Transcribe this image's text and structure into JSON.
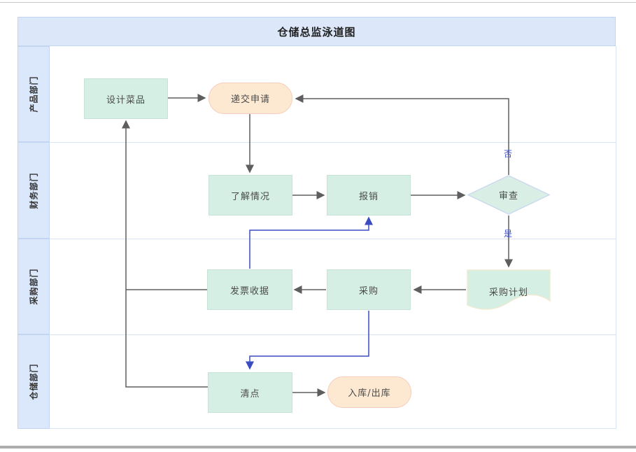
{
  "window": {
    "top_border_color": "#c9c9c9",
    "bottom_bar_color": "#adadad"
  },
  "diagram": {
    "title": "仓储总监泳道图",
    "lanes": [
      {
        "label": "产品部门"
      },
      {
        "label": "财务部门"
      },
      {
        "label": "采购部门"
      },
      {
        "label": "仓储部门"
      }
    ],
    "nodes": {
      "design_dish": "设计菜品",
      "submit_application": "递交申请",
      "understand_situation": "了解情况",
      "reimbursement": "报销",
      "review": "审查",
      "purchase_plan": "采购计划",
      "invoice_receipt": "发票收据",
      "purchase": "采购",
      "stocktake": "清点",
      "in_out_warehouse": "入库/出库"
    },
    "edge_labels": {
      "no": "否",
      "yes": "是"
    },
    "colors": {
      "header_fill": "#dce7fa",
      "header_border": "#c3d5f1",
      "lane_label_fill": "#dbe7fb",
      "lane_divider": "#d9e4f6",
      "process_fill": "#d5efe5",
      "process_border": "#c7e3d8",
      "terminal_fill": "#fde9d1",
      "terminal_border": "#f7cdbd",
      "decision_fill": "#d9efe6",
      "decision_border": "#ccd9ee",
      "document_fill": "#d5efe5",
      "document_border": "#f0ead2",
      "edge_gray": "#5e5e5e",
      "edge_blue": "#3b4cc0",
      "edge_label_blue": "#4153d0"
    }
  }
}
